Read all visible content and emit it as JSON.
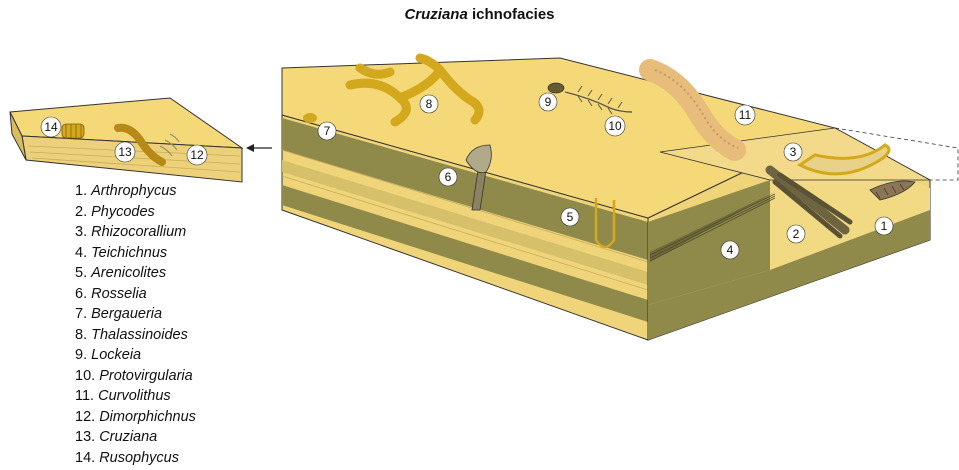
{
  "title": {
    "genus": "Cruziana",
    "rest": " ichnofacies"
  },
  "legend": [
    {
      "num": "1.",
      "name": "Arthrophycus"
    },
    {
      "num": "2.",
      "name": "Phycodes"
    },
    {
      "num": "3.",
      "name": "Rhizocorallium"
    },
    {
      "num": "4.",
      "name": "Teichichnus"
    },
    {
      "num": "5.",
      "name": "Arenicolites"
    },
    {
      "num": "6.",
      "name": "Rosselia"
    },
    {
      "num": "7.",
      "name": "Bergaueria"
    },
    {
      "num": "8.",
      "name": "Thalassinoides"
    },
    {
      "num": "9.",
      "name": "Lockeia"
    },
    {
      "num": "10.",
      "name": "Protovirgularia"
    },
    {
      "num": "11.",
      "name": "Curvolithus"
    },
    {
      "num": "12.",
      "name": "Dimorphichnus"
    },
    {
      "num": "13.",
      "name": "Cruziana"
    },
    {
      "num": "14.",
      "name": "Rusophycus"
    }
  ],
  "markers": {
    "m1": "1",
    "m2": "2",
    "m3": "3",
    "m4": "4",
    "m5": "5",
    "m6": "6",
    "m7": "7",
    "m8": "8",
    "m9": "9",
    "m10": "10",
    "m11": "11",
    "m12": "12",
    "m13": "13",
    "m14": "14"
  },
  "colors": {
    "top_surface": "#f5d878",
    "dark_layer": "#8f8a4a",
    "light_layer": "#f0d47a",
    "trace_fossil": "#d4a81c",
    "outline": "#333333"
  }
}
